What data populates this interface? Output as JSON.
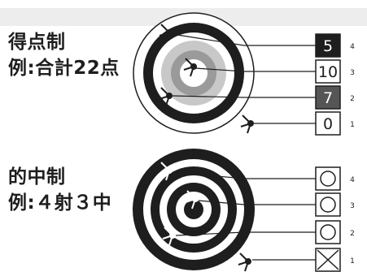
{
  "sections": [
    {
      "id": "points",
      "title_line1": "得点制",
      "title_line2": "例:合計22点",
      "scores": [
        {
          "value": "5",
          "style": "black",
          "rank": "4"
        },
        {
          "value": "10",
          "style": "white",
          "rank": "3"
        },
        {
          "value": "7",
          "style": "gray",
          "rank": "2"
        },
        {
          "value": "0",
          "style": "white",
          "rank": "1"
        }
      ]
    },
    {
      "id": "hits",
      "title_line1": "的中制",
      "title_line2": "例:４射３中",
      "marks": [
        {
          "mark": "circle",
          "rank": "4"
        },
        {
          "mark": "circle",
          "rank": "3"
        },
        {
          "mark": "circle",
          "rank": "2"
        },
        {
          "mark": "cross",
          "rank": "1"
        }
      ]
    }
  ],
  "colors": {
    "ink": "#1e1e1e",
    "gray_ring": "#9a9a9a",
    "light_ring": "#c8c8c8",
    "gray_box": "#555555"
  }
}
